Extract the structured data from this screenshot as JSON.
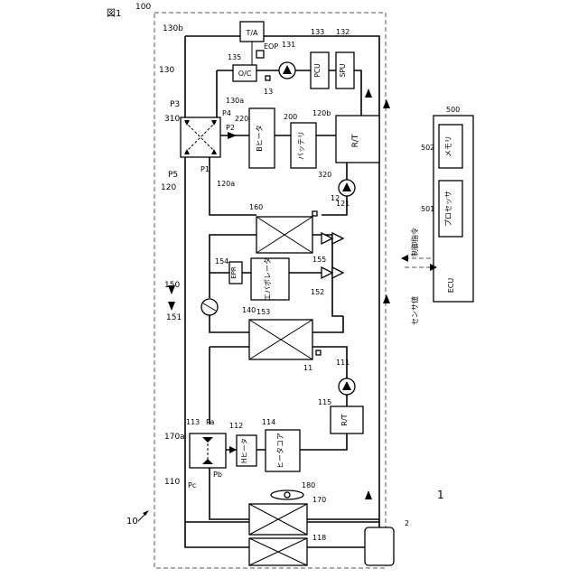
{
  "figure_label": "図1",
  "system_ref": "1",
  "vehicle_ref": "10",
  "refs": {
    "r2": "2",
    "r100": "100",
    "r110": "110",
    "r111": "111",
    "r112": "112",
    "r113": "113",
    "r114": "114",
    "r115": "115",
    "r118": "118",
    "r11": "11",
    "r12": "12",
    "r13": "13",
    "r120": "120",
    "r120a": "120a",
    "r120b": "120b",
    "r121": "121",
    "r130": "130",
    "r130a": "130a",
    "r130b": "130b",
    "r131": "131",
    "r132": "132",
    "r133": "133",
    "r135": "135",
    "r140": "140",
    "r150": "150",
    "r151": "151",
    "r152": "152",
    "r153": "153",
    "r154": "154",
    "r155": "155",
    "r160": "160",
    "r170": "170",
    "r170a": "170a",
    "r180": "180",
    "r200": "200",
    "r220": "220",
    "r310": "310",
    "r320": "320",
    "r500": "500",
    "r501": "501",
    "r502": "502"
  },
  "ports": {
    "p1": "P1",
    "p2": "P2",
    "p3": "P3",
    "p4": "P4",
    "p5": "P5",
    "pa": "Pa",
    "pb": "Pb",
    "pc": "Pc"
  },
  "components": {
    "ta": "T/A",
    "oc": "O/C",
    "eop": "EOP",
    "pcu": "PCU",
    "spu": "SPU",
    "rt": "R/T",
    "b_heater": "Bヒータ",
    "battery": "バッテリ",
    "epr": "EPR",
    "evaporator": "エバポレータ",
    "h_heater": "Hヒータ",
    "heater_core": "ヒータコア",
    "ecu": "ECU",
    "processor": "プロセッサ",
    "memory": "メモリ"
  },
  "signals": {
    "control": "制御指令",
    "sensor": "センサ値"
  }
}
